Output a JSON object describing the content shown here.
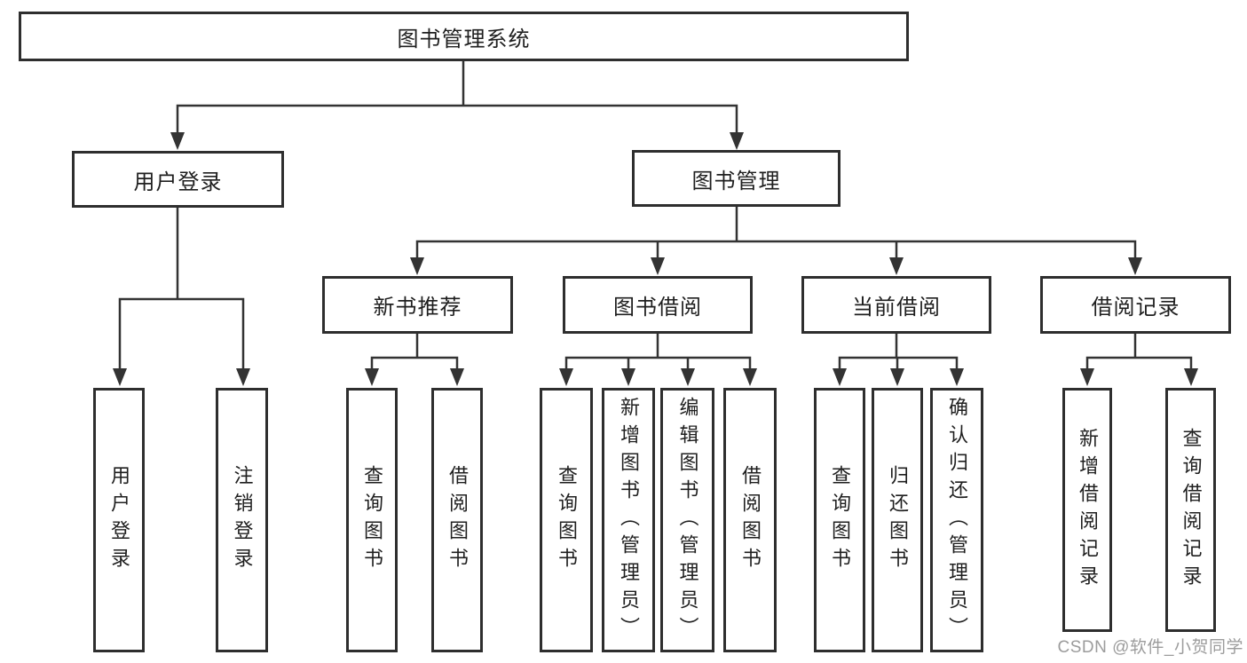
{
  "tree": {
    "label": "图书管理系统",
    "children": [
      {
        "label": "用户登录",
        "children": [
          {
            "label": "用户登录"
          },
          {
            "label": "注销登录"
          }
        ]
      },
      {
        "label": "图书管理",
        "children": [
          {
            "label": "新书推荐",
            "children": [
              {
                "label": "查询图书"
              },
              {
                "label": "借阅图书"
              }
            ]
          },
          {
            "label": "图书借阅",
            "children": [
              {
                "label": "查询图书"
              },
              {
                "label": "新增图书（管理员）"
              },
              {
                "label": "编辑图书（管理员）"
              },
              {
                "label": "借阅图书"
              }
            ]
          },
          {
            "label": "当前借阅",
            "children": [
              {
                "label": "查询图书"
              },
              {
                "label": "归还图书"
              },
              {
                "label": "确认归还（管理员）"
              }
            ]
          },
          {
            "label": "借阅记录",
            "children": [
              {
                "label": "新增借阅记录"
              },
              {
                "label": "查询借阅记录"
              }
            ]
          }
        ]
      }
    ]
  },
  "watermark": {
    "text": "CSDN @软件_小贺同学",
    "color": "#9c9c9c"
  },
  "colors": {
    "line": "#333333",
    "box_border": "#2e2e2e",
    "text": "#1f1f1f",
    "background": "#ffffff"
  }
}
